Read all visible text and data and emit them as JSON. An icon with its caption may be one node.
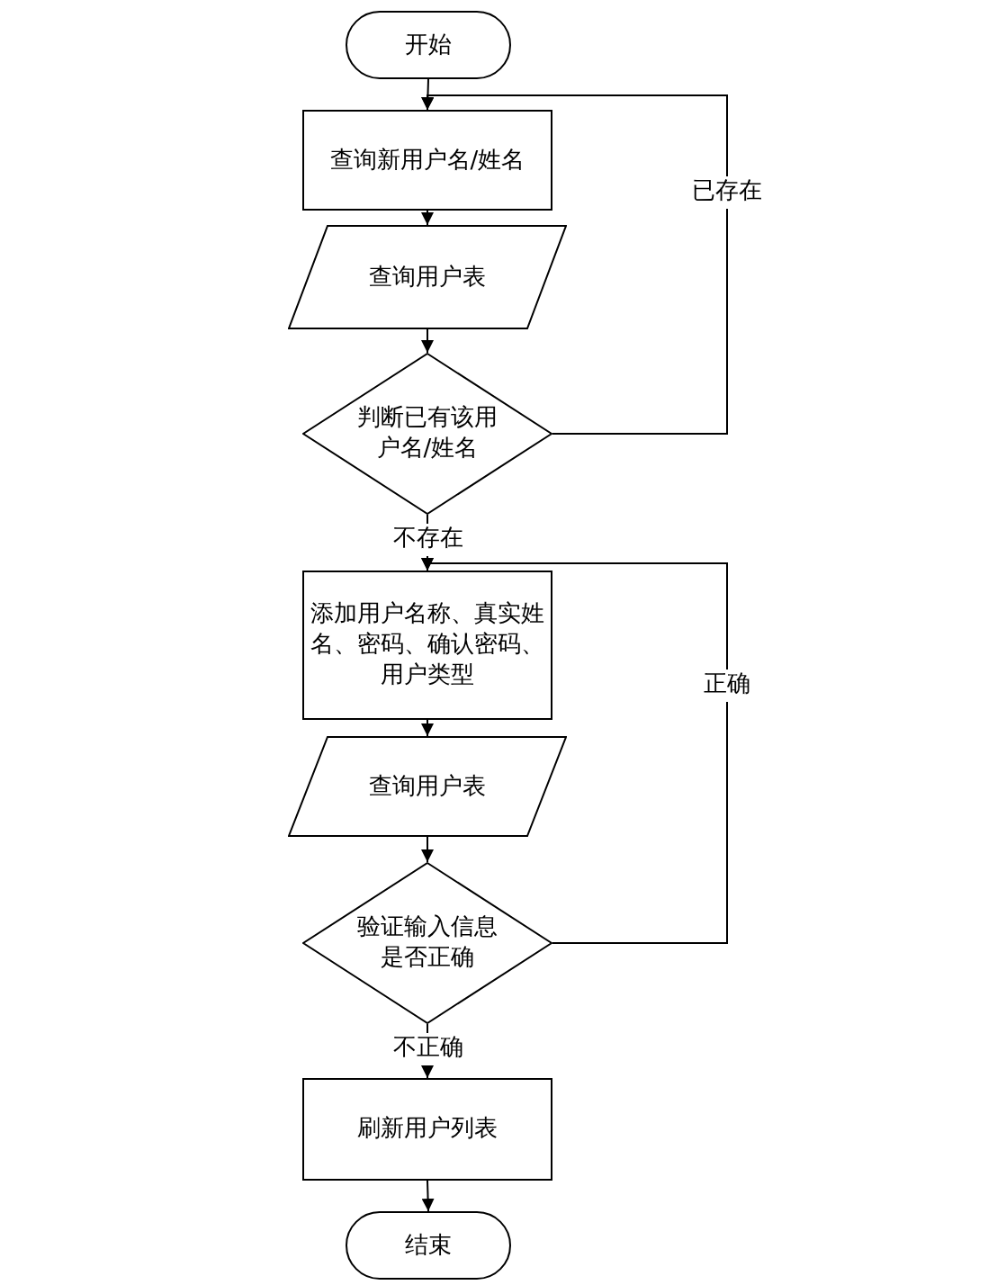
{
  "diagram": {
    "nodes": [
      {
        "text": [
          "开始"
        ]
      },
      {
        "text": [
          "查询新用户名/姓名"
        ]
      },
      {
        "text": [
          "查询用户表"
        ]
      },
      {
        "text": [
          "判断已有该用户名/姓名"
        ]
      },
      {
        "text": [
          "添加用户名称、真实姓名、密码、确认密码、用户类型"
        ]
      },
      {
        "text": [
          "查询用户表"
        ]
      },
      {
        "text": [
          "验证输入信息是否正确"
        ]
      },
      {
        "text": [
          "刷新用户列表"
        ]
      },
      {
        "text": [
          "结束"
        ]
      }
    ],
    "edges": [
      {
        "from": 0,
        "to": 1,
        "arrow": "to"
      },
      {
        "from": 1,
        "to": 2,
        "arrow": "to"
      },
      {
        "from": 2,
        "to": 3,
        "arrow": "to"
      },
      {
        "from": 3,
        "to": 1,
        "arrow": "to",
        "label": "已存在"
      },
      {
        "from": 3,
        "to": 4,
        "arrow": "to",
        "label": "不存在"
      },
      {
        "from": 4,
        "to": 5,
        "arrow": "to"
      },
      {
        "from": 5,
        "to": 6,
        "arrow": "to"
      },
      {
        "from": 6,
        "to": 4,
        "arrow": "to",
        "label": "正确"
      },
      {
        "from": 6,
        "to": 7,
        "arrow": "to",
        "label": "不正确"
      },
      {
        "from": 7,
        "to": 8,
        "arrow": "to"
      }
    ]
  }
}
